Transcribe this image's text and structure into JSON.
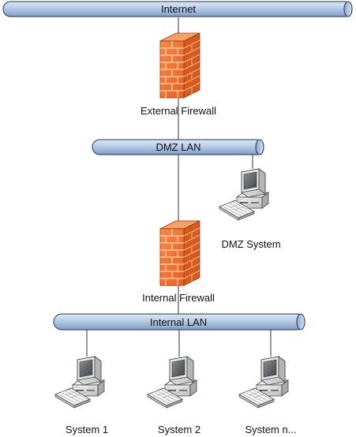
{
  "networks": {
    "internet": "Internet",
    "dmz_lan": "DMZ LAN",
    "internal_lan": "Internal LAN"
  },
  "firewalls": {
    "external": "External Firewall",
    "internal": "Internal Firewall"
  },
  "systems": {
    "dmz": "DMZ System",
    "system_1": "System 1",
    "system_2": "System 2",
    "system_n": "System n..."
  },
  "colors": {
    "bus_fill": "#b8cbe6",
    "bus_stroke": "#1f3552",
    "brick": "#f06a2a",
    "brick_dark": "#c84a12",
    "mortar": "#ffd4bd",
    "monitor": "#d9d9d9"
  },
  "icons": {
    "firewall": "firewall-icon",
    "workstation": "workstation-icon"
  }
}
